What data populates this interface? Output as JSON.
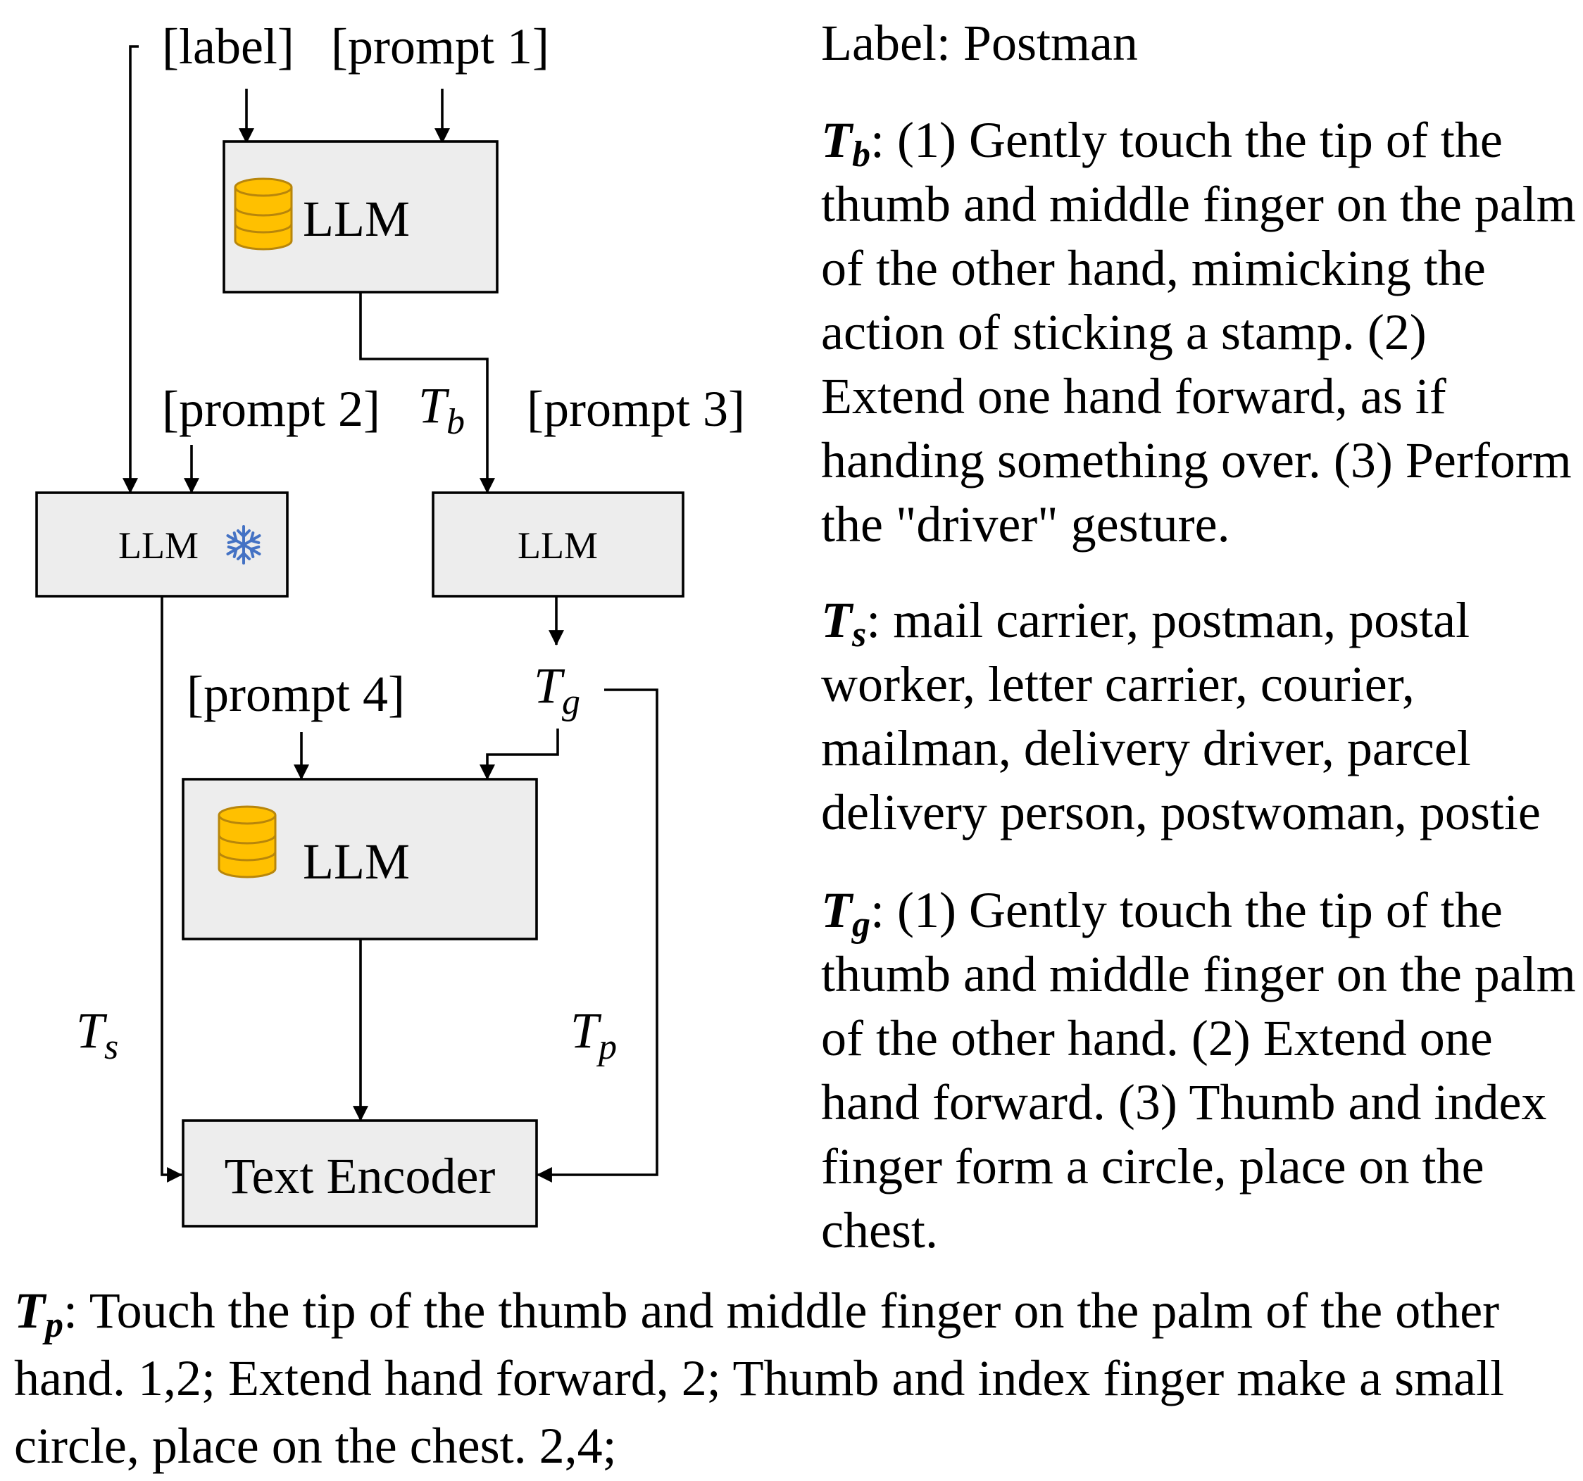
{
  "diagram": {
    "inputs": {
      "label": "[label]",
      "prompt1": "[prompt 1]",
      "prompt2": "[prompt 2]",
      "prompt3": "[prompt 3]",
      "prompt4": "[prompt 4]"
    },
    "boxes": {
      "llm1": "LLM",
      "llm2": "LLM",
      "llm3": "LLM",
      "llm4": "LLM",
      "encoder": "Text Encoder"
    },
    "edges": {
      "tb": {
        "base": "T",
        "sub": "b"
      },
      "tg": {
        "base": "T",
        "sub": "g"
      },
      "ts": {
        "base": "T",
        "sub": "s"
      },
      "tp": {
        "base": "T",
        "sub": "p"
      }
    },
    "icons": {
      "llm1": "database-icon",
      "llm2": "snowflake-icon",
      "llm4": "database-icon",
      "database_color": "#FFC000",
      "database_outline": "#B8860B",
      "snowflake_color": "#4472C4"
    }
  },
  "side": {
    "label_line": "Label: Postman",
    "tb": {
      "sym": "T",
      "sub": "b",
      "text": ": (1) Gently touch the tip of the thumb and middle finger on the palm of the other hand, mimicking the action of sticking a stamp. (2) Extend one hand forward, as if handing something over. (3) Perform the \"driver\" gesture."
    },
    "ts": {
      "sym": "T",
      "sub": "s",
      "text": ": mail carrier, postman, postal worker, letter carrier, courier, mailman, delivery driver, parcel delivery person, postwoman, postie"
    },
    "tg": {
      "sym": "T",
      "sub": "g",
      "text": ": (1) Gently touch the tip of the thumb and middle finger on the palm of the other hand. (2) Extend one hand forward. (3) Thumb and index finger form a circle, place on the chest."
    }
  },
  "bottom": {
    "tp": {
      "sym": "T",
      "sub": "p",
      "text": ": Touch the tip of the thumb and middle finger on the palm of the other hand. 1,2; Extend hand forward, 2; Thumb and index finger make a small circle, place on the chest. 2,4;"
    }
  }
}
